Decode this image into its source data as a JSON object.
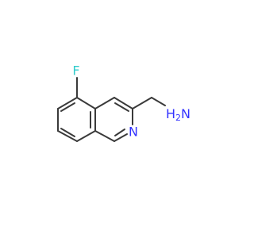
{
  "molecule": {
    "atoms": {
      "fluorine": {
        "symbol": "F",
        "color": "#33cccc"
      },
      "ring_nitrogen": {
        "symbol": "N",
        "color": "#3333ff"
      },
      "amine_nitrogen": {
        "symbol": "N",
        "color": "#3333ff"
      },
      "amine_hydrogen": {
        "symbol": "H",
        "subscript": "2",
        "color": "#3333ff"
      }
    },
    "bond_color": "#3a3a3a",
    "background": "#ffffff"
  }
}
